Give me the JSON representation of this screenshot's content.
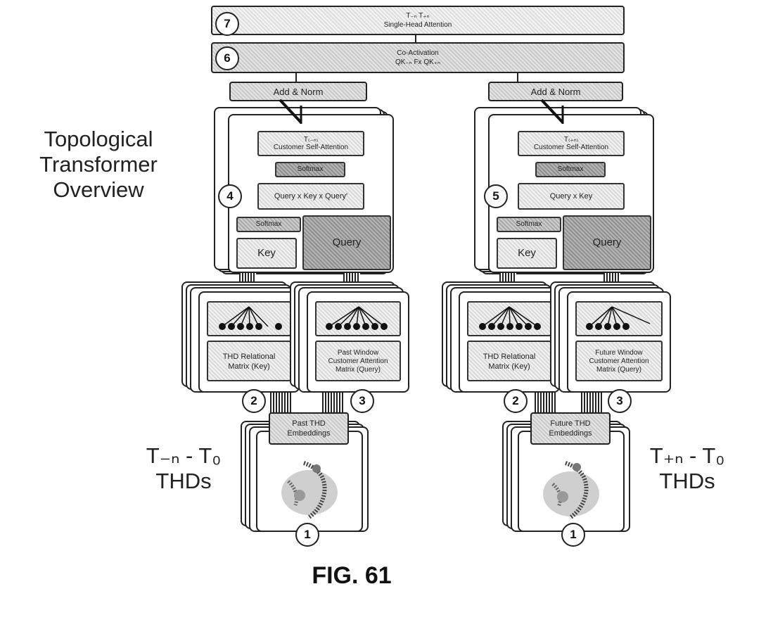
{
  "top": {
    "step7_number": "7",
    "step7_line1": "T₋ₙ T₊ₙ",
    "step7_line2": "Single-Head Attention",
    "step6_number": "6",
    "step6_line1": "Co-Activation",
    "step6_line2": "QK₋ₙ Fx QK₊ₙ"
  },
  "overview": {
    "line1": "Topological",
    "line2": "Transformer",
    "line3": "Overview"
  },
  "left": {
    "add_norm": "Add & Norm",
    "attention_title_1": "T₍₋ₙ₎",
    "attention_title_2": "Customer Self-Attention",
    "softmax_top": "Softmax",
    "qk_formula": "Query x Key x Query'",
    "step4_number": "4",
    "softmax_small": "Softmax",
    "key_label": "Key",
    "query_label": "Query",
    "thd_matrix": "THD Relational Matrix (Key)",
    "window_matrix": "Past Window Customer Attention Matrix (Query)",
    "step2_number": "2",
    "step3_number": "3",
    "embeddings": "Past THD Embeddings",
    "step1_number": "1",
    "time_label": "T₋ₙ - T₀",
    "thds_label": "THDs"
  },
  "right": {
    "add_norm": "Add & Norm",
    "attention_title_1": "T₍₊ₙ₎",
    "attention_title_2": "Customer Self-Attention",
    "softmax_top": "Softmax",
    "qk_formula": "Query x Key",
    "step5_number": "5",
    "softmax_small": "Softmax",
    "key_label": "Key",
    "query_label": "Query",
    "thd_matrix": "THD Relational Matrix (Key)",
    "window_matrix": "Future Window Customer Attention Matrix (Query)",
    "step2_number": "2",
    "step3_number": "3",
    "embeddings": "Future THD Embeddings",
    "step1_number": "1",
    "time_label": "T₊ₙ - T₀",
    "thds_label": "THDs"
  },
  "figure_label": "FIG. 61"
}
